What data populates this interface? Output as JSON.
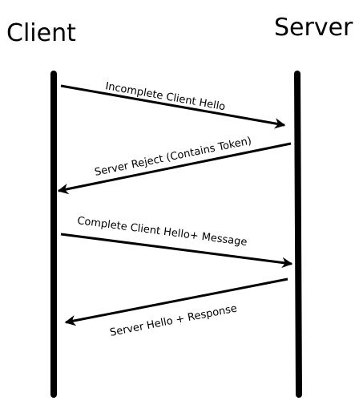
{
  "actors": {
    "client": "Client",
    "server": "Server"
  },
  "messages": [
    {
      "label": "Incomplete Client Hello",
      "from": "client",
      "to": "server"
    },
    {
      "label": "Server Reject (Contains Token)",
      "from": "server",
      "to": "client"
    },
    {
      "label": "Complete Client Hello+ Message",
      "from": "client",
      "to": "server"
    },
    {
      "label": "Server Hello + Response",
      "from": "server",
      "to": "client"
    }
  ],
  "colors": {
    "line": "#000000",
    "background": "#ffffff"
  }
}
